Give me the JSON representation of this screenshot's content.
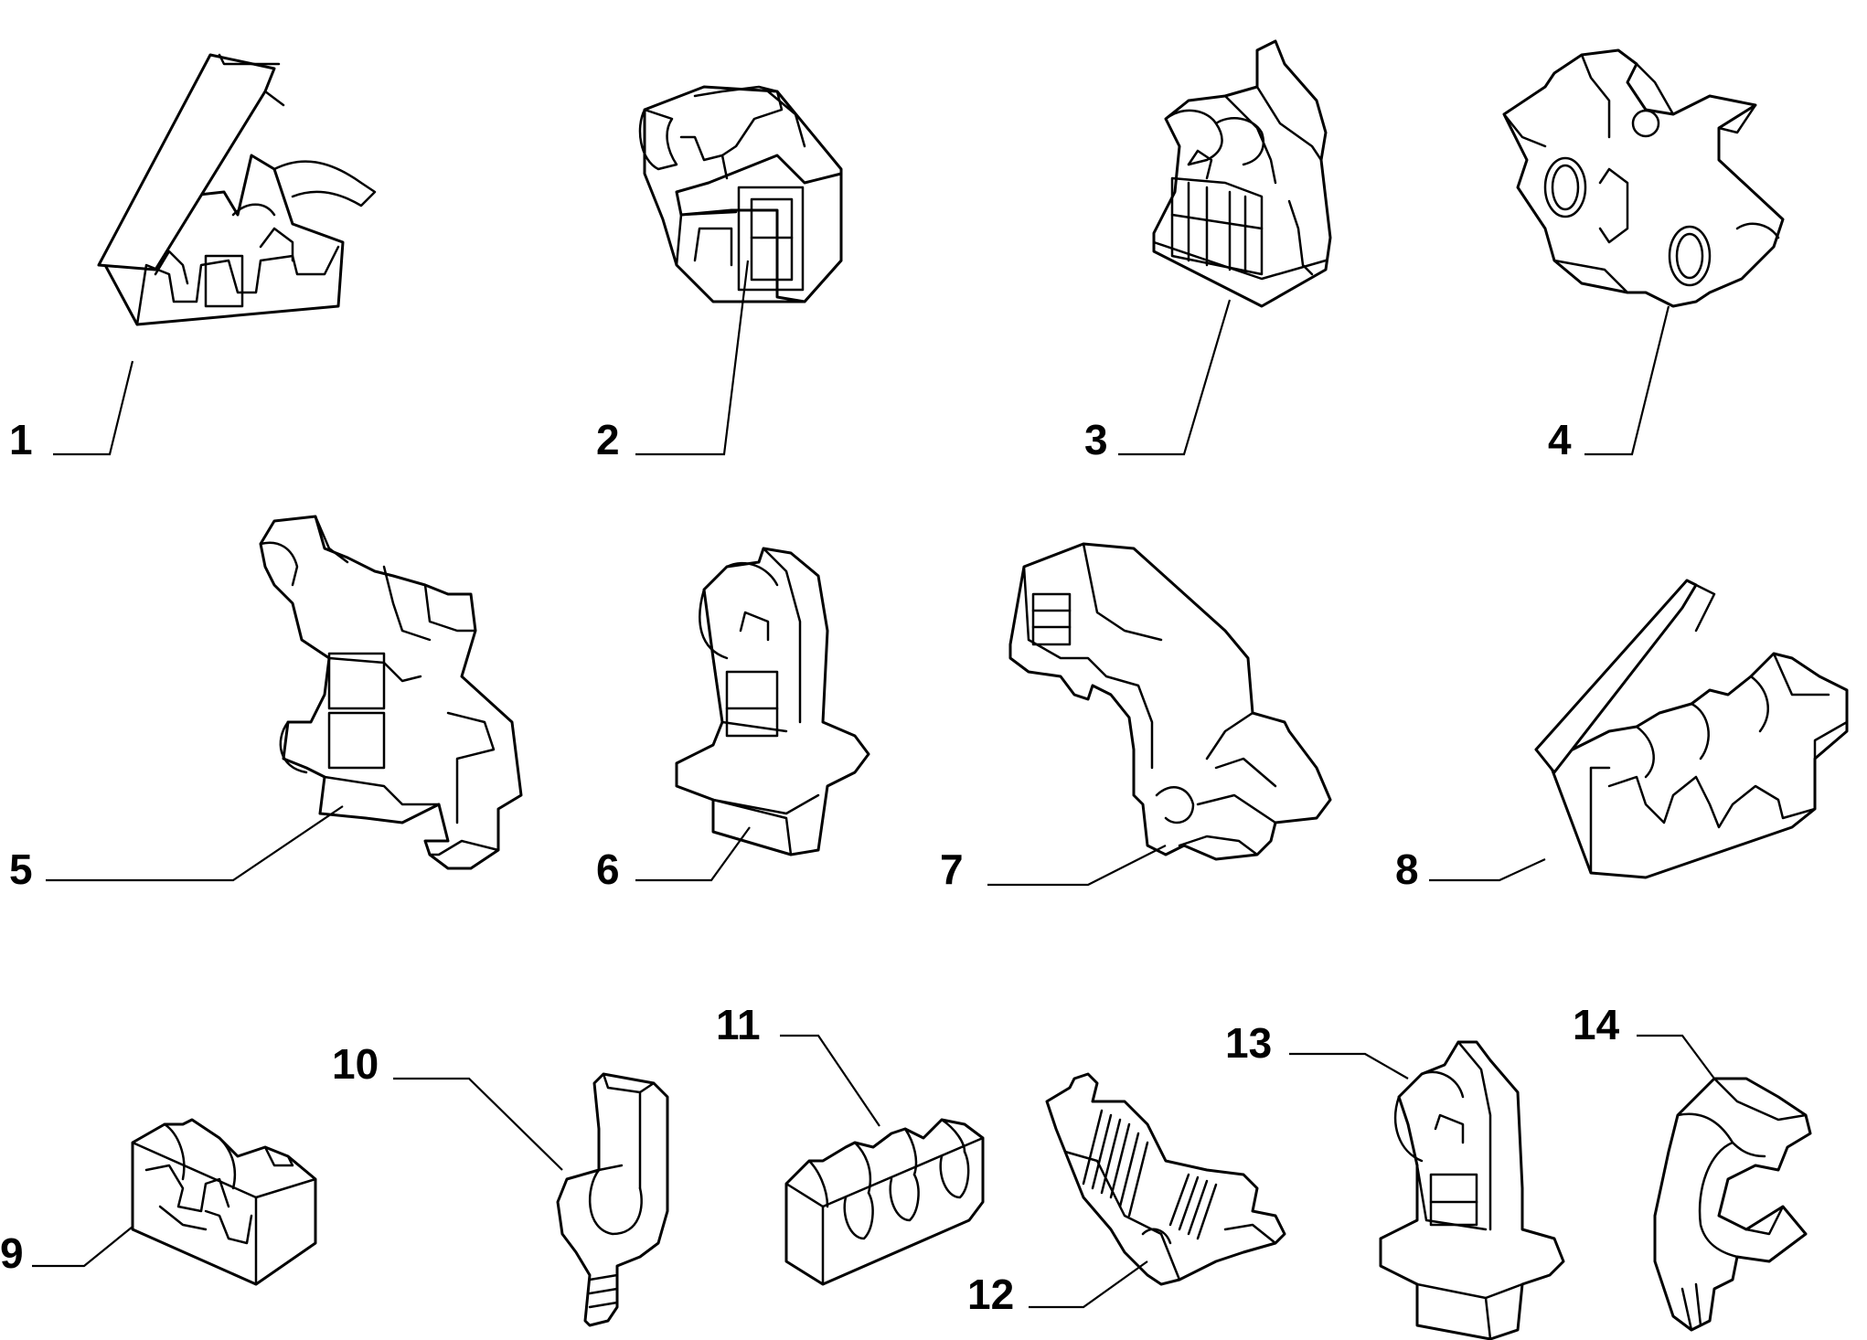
{
  "diagram": {
    "colors": {
      "line": "#000000",
      "background": "#ffffff"
    },
    "parts": [
      {
        "id": 1,
        "label": "1",
        "shape": "clip-with-hinged-lid-double"
      },
      {
        "id": 2,
        "label": "2",
        "shape": "box-clip-with-latch"
      },
      {
        "id": 3,
        "label": "3",
        "shape": "tall-block-clip-with-lid"
      },
      {
        "id": 4,
        "label": "4",
        "shape": "double-pipe-clip-round"
      },
      {
        "id": 5,
        "label": "5",
        "shape": "bracket-clip-with-tab"
      },
      {
        "id": 6,
        "label": "6",
        "shape": "push-mount-clip-disc"
      },
      {
        "id": 7,
        "label": "7",
        "shape": "arm-bracket-clip"
      },
      {
        "id": 8,
        "label": "8",
        "shape": "triple-clip-with-hinged-lid"
      },
      {
        "id": 9,
        "label": "9",
        "shape": "double-pipe-clip"
      },
      {
        "id": 10,
        "label": "10",
        "shape": "u-hook-clip-with-stud"
      },
      {
        "id": 11,
        "label": "11",
        "shape": "triple-pipe-clip"
      },
      {
        "id": 12,
        "label": "12",
        "shape": "serrated-clip-assembly"
      },
      {
        "id": 13,
        "label": "13",
        "shape": "push-mount-clip-disc-small"
      },
      {
        "id": 14,
        "label": "14",
        "shape": "loop-clip-with-arrow-stud"
      }
    ]
  }
}
